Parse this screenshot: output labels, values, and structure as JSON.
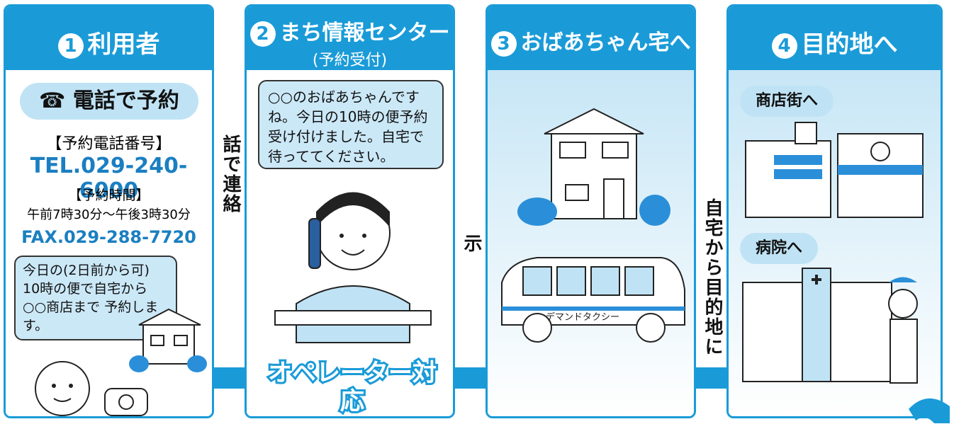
{
  "panel1": {
    "num": "1",
    "title": "利用者",
    "phone_badge": "電話で予約",
    "reservation_heading": "【予約電話番号】",
    "tel": "TEL.029-240-6000",
    "hours_heading": "【予約時間】",
    "hours": "午前7時30分～午後3時30分",
    "fax": "FAX.029-288-7720",
    "bubble": "今日の(2日前から可) 10時の便で自宅から ○○商店まで 予約します。"
  },
  "connector1": "予約センターへ電話で連絡",
  "panel2": {
    "num": "2",
    "title": "まち情報センター",
    "subtitle": "(予約受付)",
    "bubble": "○○のおばあちゃんですね。今日の10時の便予約受け付けました。自宅で待っててください。",
    "operator": "オペレーター対応"
  },
  "connector2": "タクシーに指示",
  "panel3": {
    "num": "3",
    "title": "おばあちゃん宅へ",
    "taxi_label": "デマンドタクシー"
  },
  "connector3": "自宅から目的地に",
  "panel4": {
    "num": "4",
    "title": "目的地へ",
    "shop_label": "商店街へ",
    "hospital_label": "病院へ"
  },
  "colors": {
    "accent": "#1a9bd8",
    "bubble": "#cbe8f7",
    "tel": "#1a7fc1"
  }
}
